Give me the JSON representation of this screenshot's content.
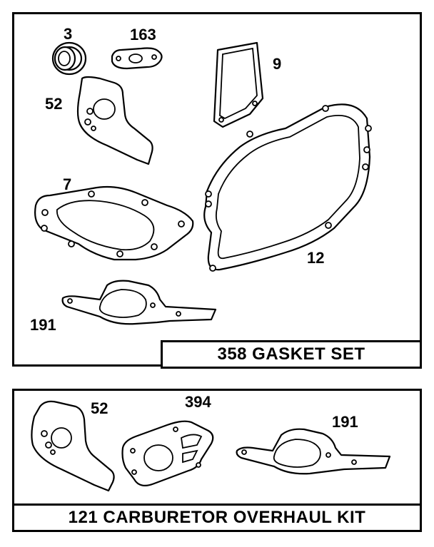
{
  "kits": [
    {
      "title": "358 GASKET SET",
      "parts": [
        {
          "number": "3",
          "name": "oil-seal"
        },
        {
          "number": "163",
          "name": "gasket"
        },
        {
          "number": "9",
          "name": "gasket"
        },
        {
          "number": "52",
          "name": "gasket"
        },
        {
          "number": "12",
          "name": "crankcase-gasket"
        },
        {
          "number": "7",
          "name": "cylinder-head-gasket"
        },
        {
          "number": "191",
          "name": "gasket"
        }
      ]
    },
    {
      "title": "121 CARBURETOR OVERHAUL KIT",
      "parts": [
        {
          "number": "52",
          "name": "gasket"
        },
        {
          "number": "394",
          "name": "gasket"
        },
        {
          "number": "191",
          "name": "gasket"
        }
      ]
    }
  ]
}
